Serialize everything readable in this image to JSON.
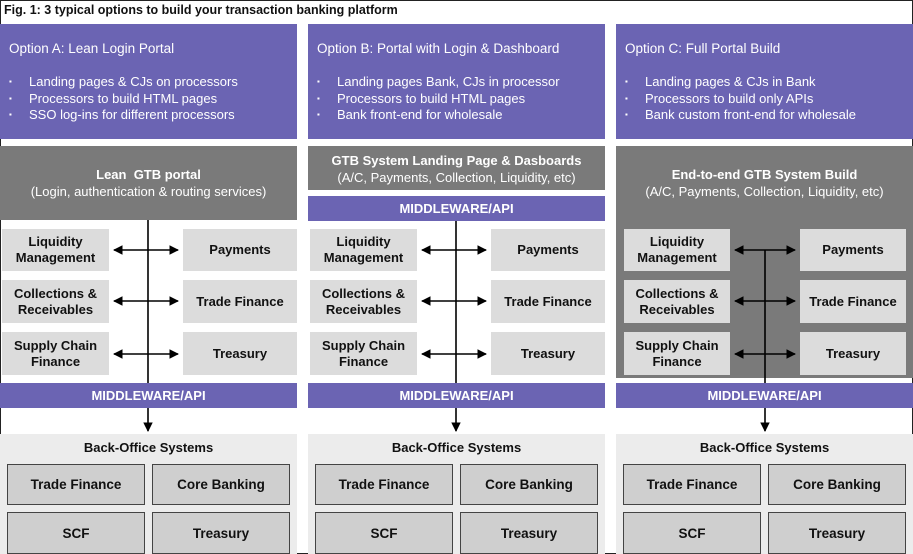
{
  "figure_title": "Fig. 1: 3 typical options to build your transaction banking platform",
  "options": [
    {
      "title": "Option A: Lean Login Portal",
      "bullets": [
        "Landing pages & CJs on processors",
        "Processors to build HTML pages",
        "SSO log-ins for different processors"
      ],
      "portal_title": "Lean  GTB portal",
      "portal_sub": "(Login, authentication & routing services)"
    },
    {
      "title": "Option B: Portal with Login & Dashboard",
      "bullets": [
        "Landing pages Bank, CJs in processor",
        "Processors to build HTML pages",
        "Bank front-end for wholesale"
      ],
      "portal_title": "GTB System Landing Page & Dasboards",
      "portal_sub": "(A/C, Payments, Collection, Liquidity, etc)"
    },
    {
      "title": "Option C: Full Portal Build",
      "bullets": [
        "Landing pages & CJs in Bank",
        "Processors to build only APIs",
        "Bank custom front-end for wholesale"
      ],
      "portal_title": "End-to-end GTB System Build",
      "portal_sub": "(A/C, Payments, Collection, Liquidity, etc)"
    }
  ],
  "bullet_glyph": "▪",
  "middleware_label": "MIDDLEWARE/API",
  "modules": {
    "liquidity": "Liquidity Management",
    "payments": "Payments",
    "collections": "Collections & Receivables",
    "trade_finance": "Trade Finance",
    "supply_chain": "Supply Chain Finance",
    "treasury": "Treasury"
  },
  "back_office": {
    "title": "Back-Office Systems",
    "trade_finance": "Trade Finance",
    "core_banking": "Core Banking",
    "scf": "SCF",
    "treasury": "Treasury"
  },
  "colors": {
    "purple": "#6b64b3",
    "dark_gray": "#7a7a7a",
    "module_gray": "#dcdcdc",
    "backoffice_bg": "#ececec",
    "backoffice_box": "#cfcfcf"
  }
}
